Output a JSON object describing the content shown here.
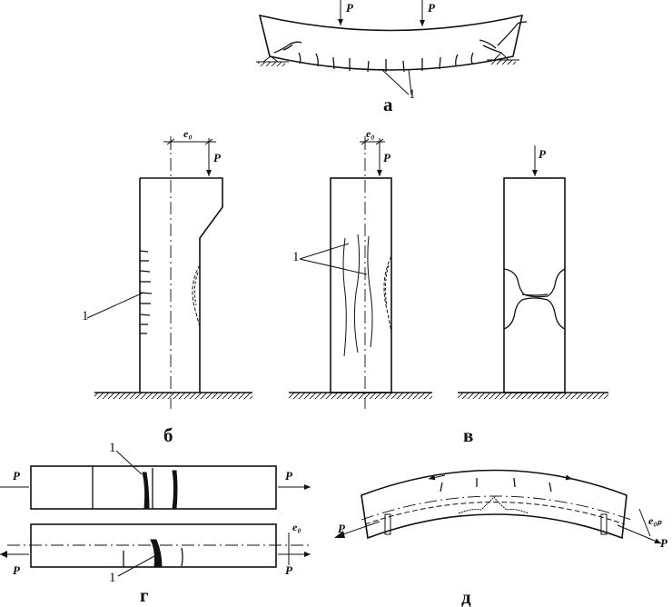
{
  "labels": {
    "a": "а",
    "b": "б",
    "v": "в",
    "g": "г",
    "d": "д"
  },
  "force": "P",
  "leader": "1",
  "eccentricity": "e₀",
  "eccentricity_d": "e₀ₚ"
}
